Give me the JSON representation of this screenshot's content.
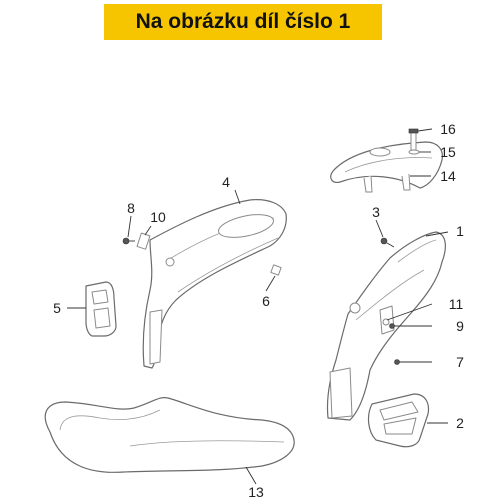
{
  "banner": {
    "text": "Na obrázku díl číslo 1",
    "background_color": "#f6c500",
    "text_color": "#111111"
  },
  "callouts": [
    "1",
    "2",
    "3",
    "4",
    "5",
    "6",
    "7",
    "8",
    "9",
    "10",
    "11",
    "13",
    "14",
    "15",
    "16"
  ]
}
